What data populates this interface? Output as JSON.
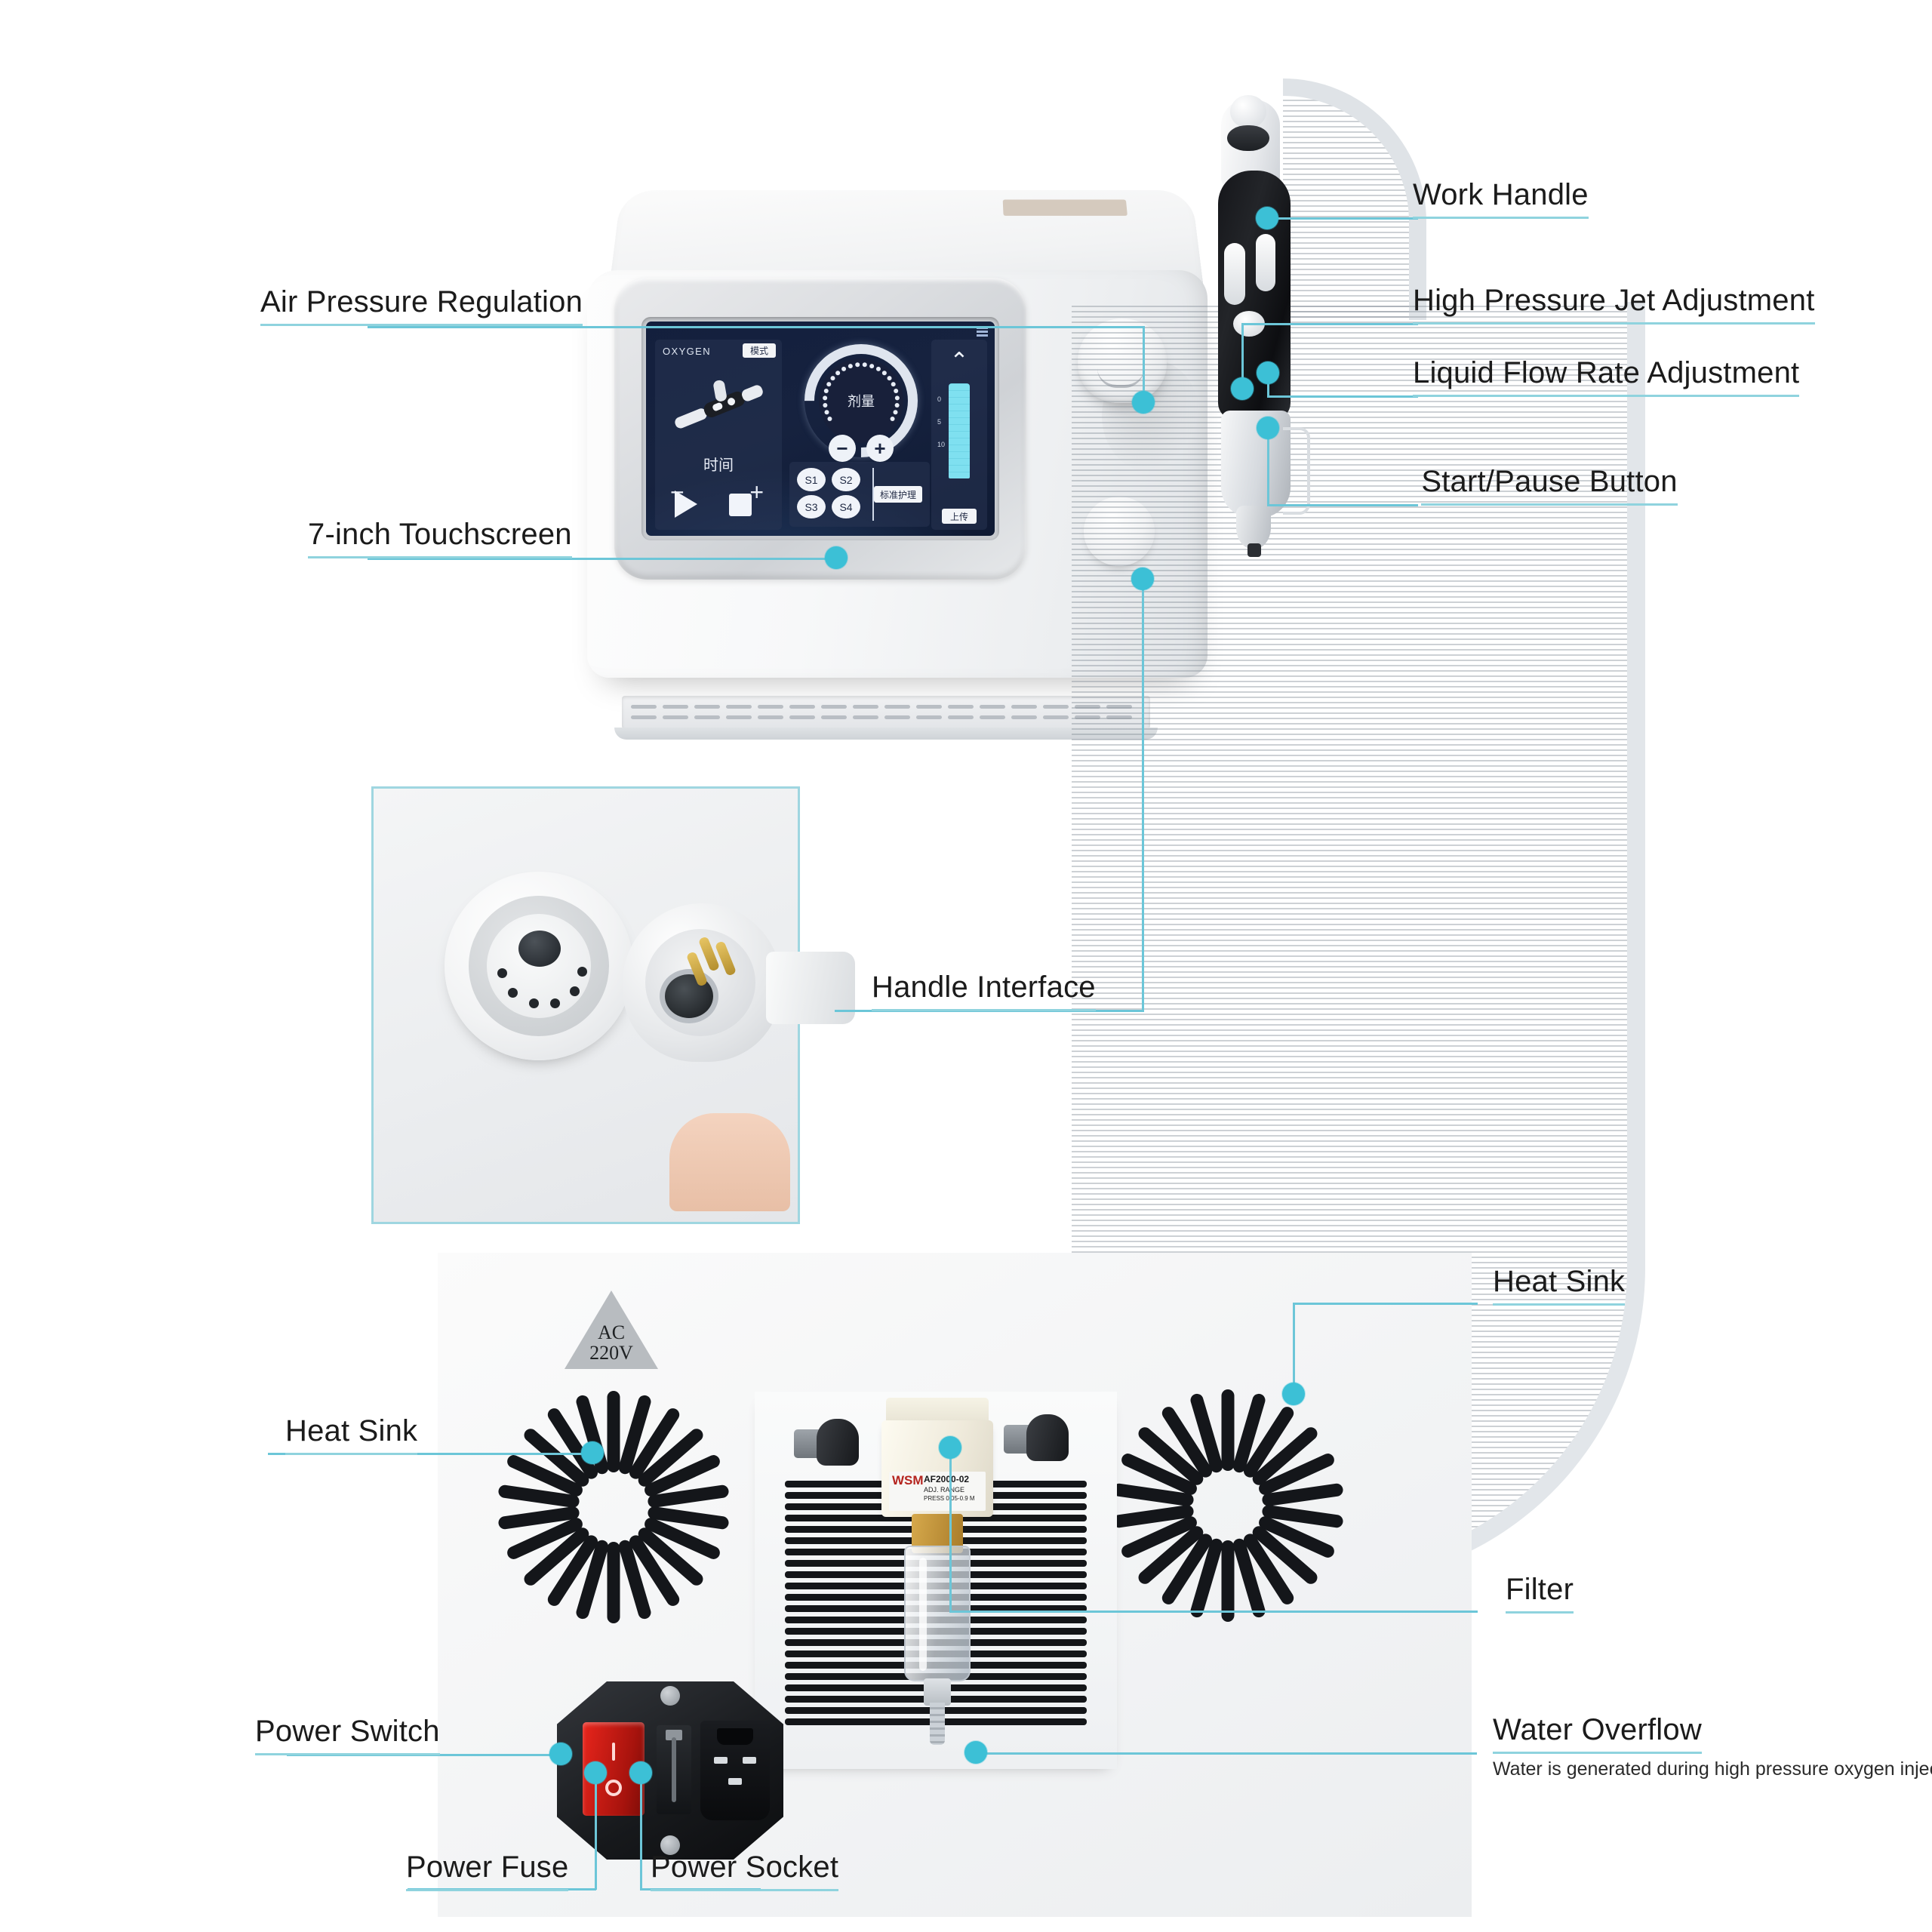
{
  "accent": {
    "dot": "#3cc0d6",
    "line": "#6cc6d8",
    "underline": "#8fd3de",
    "inset_border": "#9fd6e0"
  },
  "callouts": {
    "air_pressure_regulation": "Air Pressure Regulation",
    "touchscreen": "7-inch Touchscreen",
    "work_handle": "Work Handle",
    "high_pressure_jet": "High Pressure Jet Adjustment",
    "liquid_flow_rate": "Liquid Flow Rate Adjustment",
    "start_pause": "Start/Pause Button",
    "handle_interface": "Handle Interface",
    "heat_sink_left": "Heat Sink",
    "heat_sink_right": "Heat Sink",
    "filter": "Filter",
    "water_overflow": "Water Overflow",
    "water_overflow_note": "Water is generated during high pressure oxygen injection",
    "power_switch": "Power Switch",
    "power_fuse": "Power Fuse",
    "power_socket": "Power Socket"
  },
  "screen": {
    "brand": "OXYGEN",
    "mode_button": "模式",
    "time_label": "时间",
    "minus": "−",
    "plus": "+",
    "dial_label": "剂量",
    "dial_minus": "−",
    "dial_plus": "+",
    "presets": [
      "S1",
      "S2",
      "S3",
      "S4"
    ],
    "preset_action": "标准护理",
    "gauge_chevron": "⌃",
    "gauge_ticks": [
      "0",
      "5",
      "10"
    ],
    "up_button": "上传"
  },
  "rear_panel": {
    "voltage_label_line1": "AC",
    "voltage_label_line2": "220V",
    "filter_unit": {
      "brand": "WSM",
      "model": "AF2000-02",
      "line1": "ADJ. RANGE",
      "line2": "PRESS 0.05-0.9 M"
    },
    "rocker_on": "I",
    "rocker_off": "O"
  }
}
